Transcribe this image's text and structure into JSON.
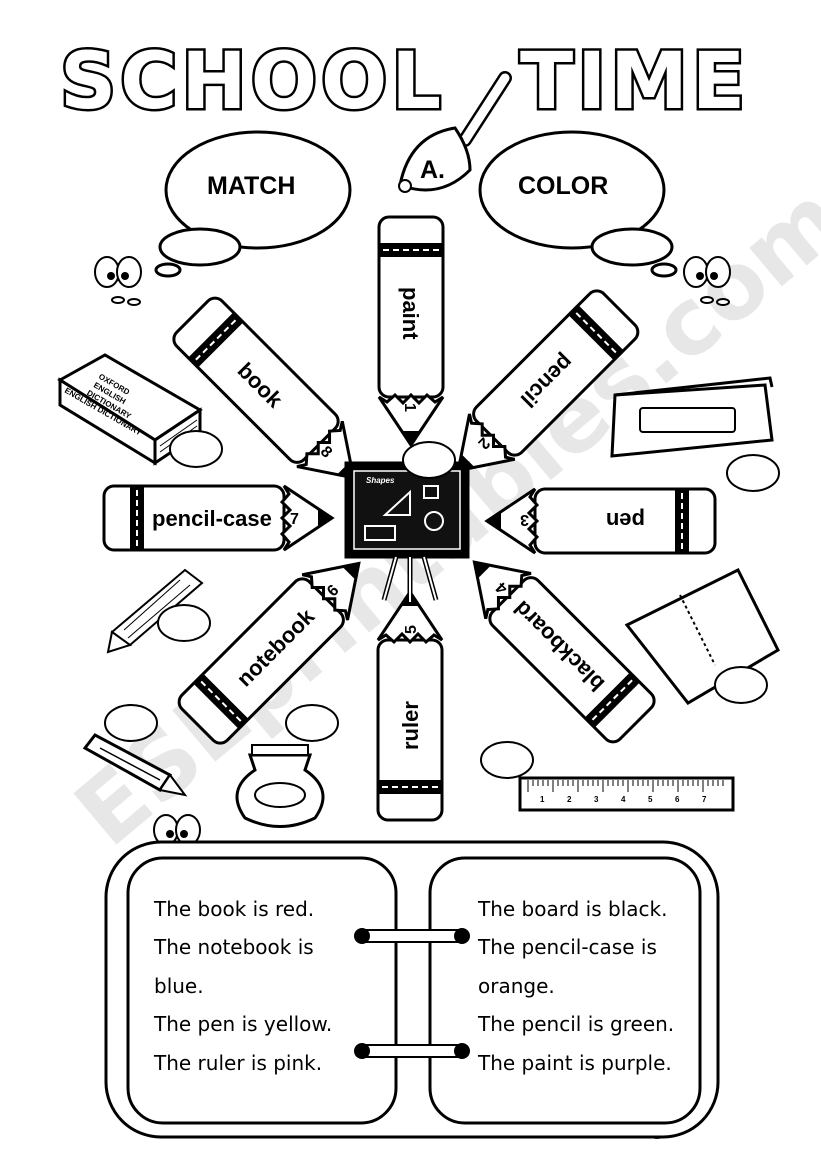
{
  "title": "SCHOOL TIME",
  "title_left": "SCHOOL",
  "title_right": "TIME",
  "section": "A.",
  "instructions": {
    "match": "MATCH",
    "color": "COLOR"
  },
  "pencils": [
    {
      "number": "1",
      "word": "paint"
    },
    {
      "number": "2",
      "word": "pencil"
    },
    {
      "number": "3",
      "word": "pen"
    },
    {
      "number": "4",
      "word": "blackboard"
    },
    {
      "number": "5",
      "word": "ruler"
    },
    {
      "number": "6",
      "word": "notebook"
    },
    {
      "number": "7",
      "word": "pencil-case"
    },
    {
      "number": "8",
      "word": "book"
    }
  ],
  "picture_labels": {
    "dictionary": [
      "OXFORD",
      "ENGLISH",
      "DICTIONARY",
      "ENGLISH DICTIONARY"
    ],
    "board": "Shapes",
    "ruler_ticks": [
      "1",
      "2",
      "3",
      "4",
      "5",
      "6",
      "7"
    ]
  },
  "book": {
    "left": [
      "The book is red.",
      "The notebook is",
      "blue.",
      "The pen is yellow.",
      "The ruler is pink."
    ],
    "right": [
      "The board is black.",
      "The pencil-case is",
      "orange.",
      "The pencil is green.",
      "The paint is purple."
    ]
  },
  "watermark": "ESLprintables.com"
}
